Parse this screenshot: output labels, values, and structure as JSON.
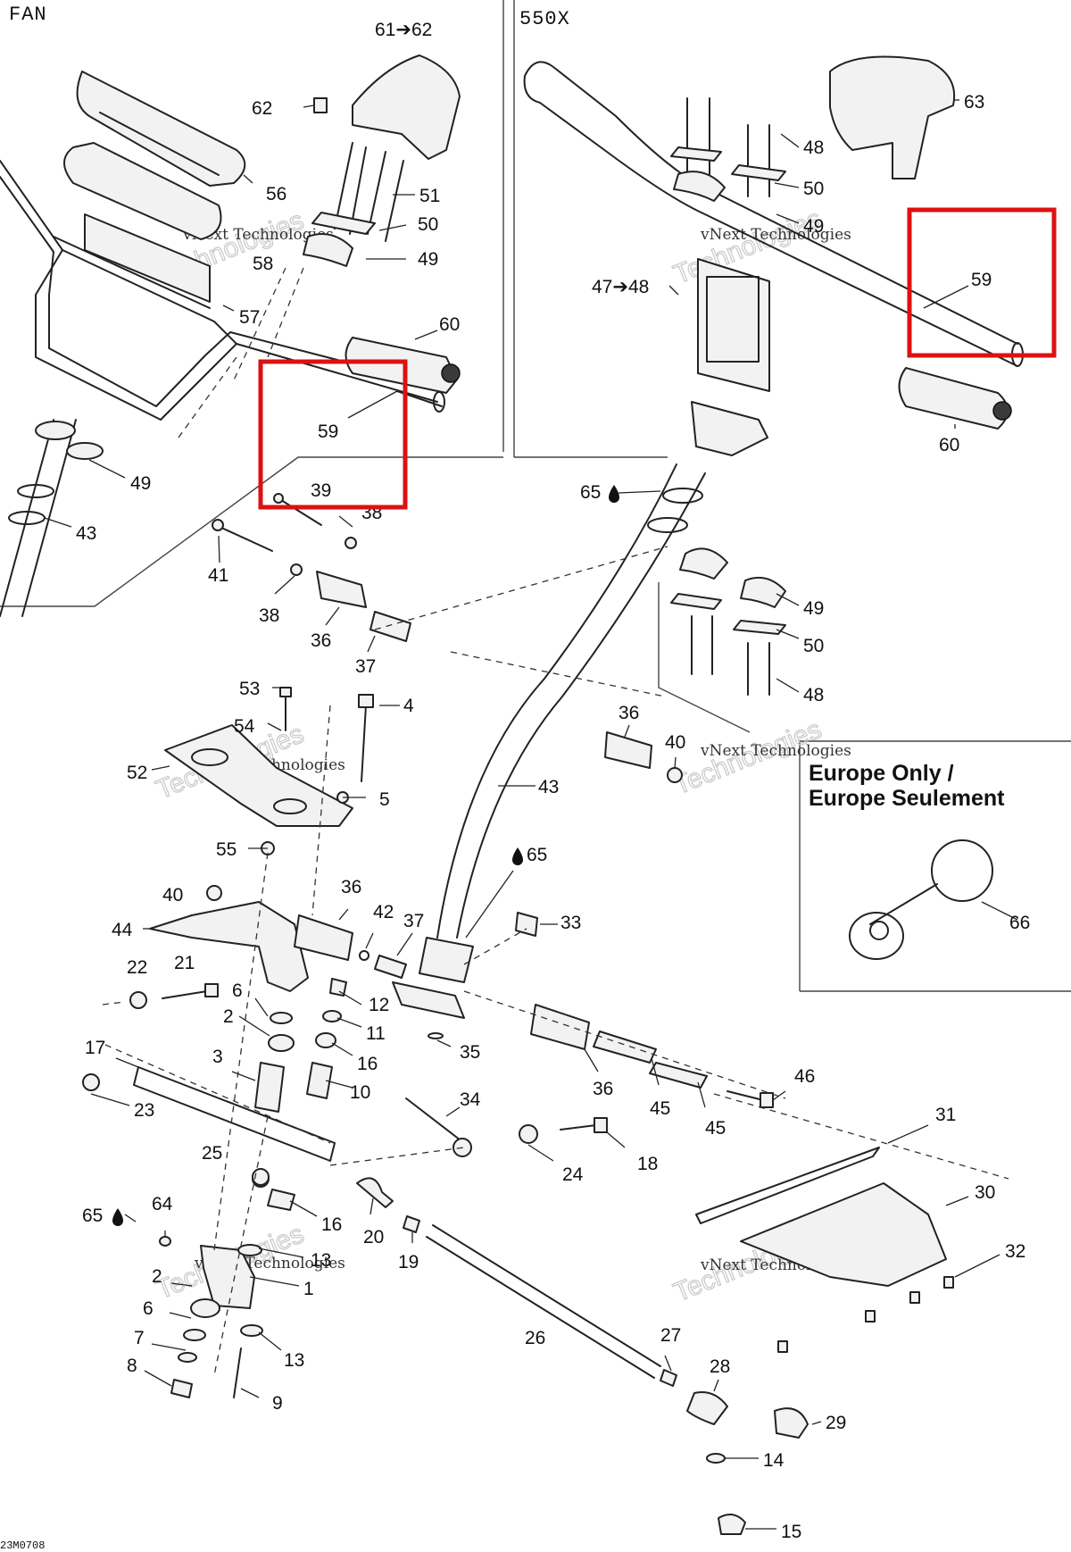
{
  "sections": {
    "left_title": "FAN",
    "right_title": "550X",
    "inset_title_line1": "Europe Only /",
    "inset_title_line2": "Europe Seulement"
  },
  "drawing_code": "23M0708",
  "watermark": {
    "line1": "vNext Technologies",
    "line2": "Technologies"
  },
  "callouts": {
    "c61_62": "61➔62",
    "c62": "62",
    "c56": "56",
    "c51": "51",
    "c50a": "50",
    "c49a": "49",
    "c58": "58",
    "c57": "57",
    "c60a": "60",
    "c59a": "59",
    "c39": "39",
    "c38a": "38",
    "c49b": "49",
    "c43a": "43",
    "c41": "41",
    "c38b": "38",
    "c36a": "36",
    "c37a": "37",
    "c63": "63",
    "c48a": "48",
    "c50b": "50",
    "c49c": "49",
    "c47_48": "47➔48",
    "c59b": "59",
    "c60b": "60",
    "c65a": "65",
    "c49d": "49",
    "c50c": "50",
    "c48b": "48",
    "c36b": "36",
    "c40a": "40",
    "c66": "66",
    "c53": "53",
    "c4": "4",
    "c54": "54",
    "c52": "52",
    "c5": "5",
    "c55": "55",
    "c43b": "43",
    "c65b": "65",
    "c40b": "40",
    "c44": "44",
    "c36c": "36",
    "c42": "42",
    "c37b": "37",
    "c33": "33",
    "c22": "22",
    "c21": "21",
    "c6a": "6",
    "c12": "12",
    "c2a": "2",
    "c11": "11",
    "c17": "17",
    "c3": "3",
    "c16a": "16",
    "c35": "35",
    "c10": "10",
    "c23": "23",
    "c36d": "36",
    "c45a": "45",
    "c45b": "45",
    "c46": "46",
    "c34": "34",
    "c31": "31",
    "c25": "25",
    "c24": "24",
    "c18": "18",
    "c30": "30",
    "c65c": "65",
    "c64": "64",
    "c16b": "16",
    "c20": "20",
    "c19": "19",
    "c13a": "13",
    "c32": "32",
    "c1": "1",
    "c2b": "2",
    "c6b": "6",
    "c26": "26",
    "c7": "7",
    "c13b": "13",
    "c27": "27",
    "c8": "8",
    "c9": "9",
    "c28": "28",
    "c29": "29",
    "c14": "14",
    "c15": "15"
  },
  "colors": {
    "highlight": "#dd1111",
    "line": "#222222"
  }
}
